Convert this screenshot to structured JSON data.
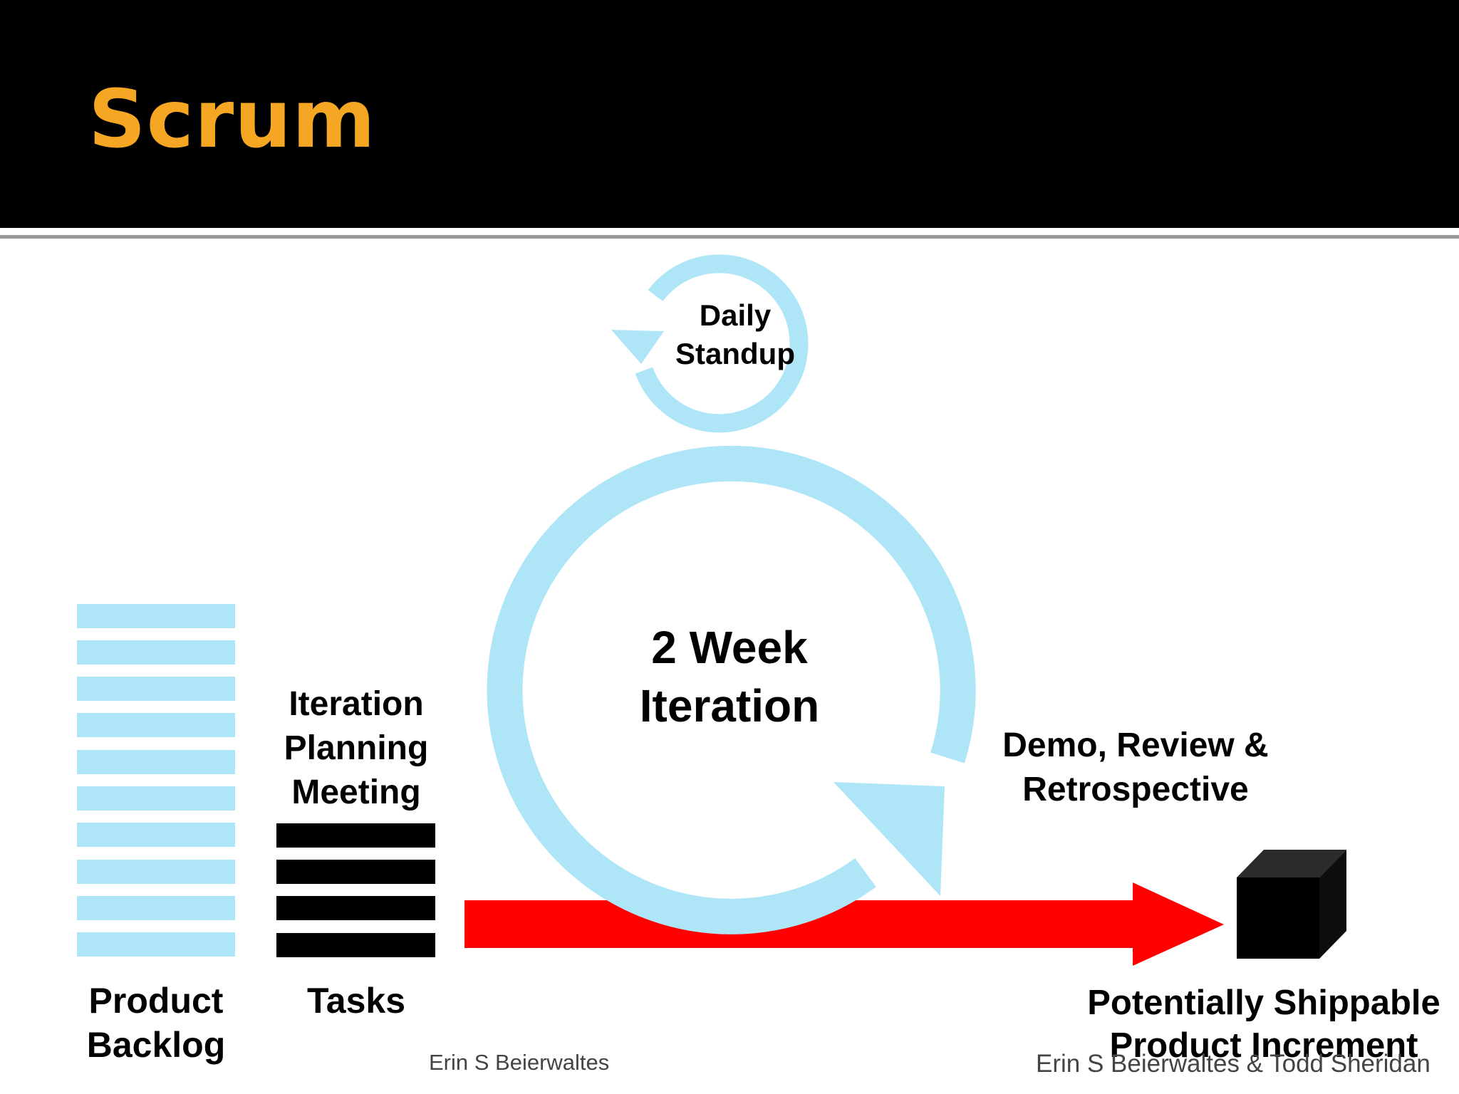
{
  "slide": {
    "title": "Scrum"
  },
  "colors": {
    "header_bg": "#000000",
    "title": "#f5a623",
    "cycle": "#aee6f8",
    "backlog_bar": "#aee6f8",
    "task_bar": "#000000",
    "flow_arrow": "#ff0000",
    "increment_cube": "#000000"
  },
  "labels": {
    "daily_standup": "Daily\nStandup",
    "iteration": "2 Week\nIteration",
    "planning": "Iteration\nPlanning\nMeeting",
    "demo": "Demo, Review &\nRetrospective",
    "product_backlog": "Product\nBacklog",
    "tasks": "Tasks",
    "increment": "Potentially Shippable\nProduct Increment"
  },
  "credits": {
    "left": "Erin S Beierwaltes",
    "right": "Erin S Beierwaltes & Todd Sheridan"
  },
  "icons": {
    "backlog": "stacked-bars-icon",
    "tasks": "stacked-bars-icon",
    "flow": "right-arrow-icon",
    "increment": "cube-icon"
  }
}
